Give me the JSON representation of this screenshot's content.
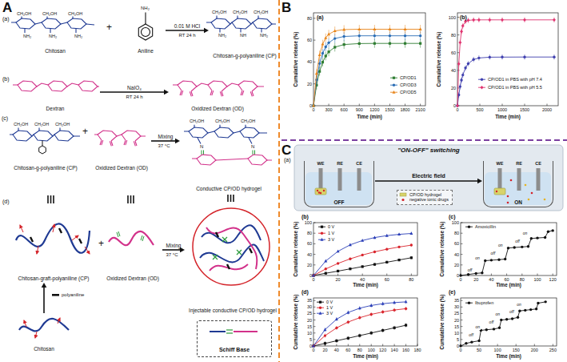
{
  "diagram": {
    "nodes": [
      {
        "text": [
          "Chitosan"
        ]
      },
      {
        "text": [
          "Aniline"
        ]
      },
      {
        "text": [
          "Chitosan-g-polyaniline (CP)"
        ]
      },
      {
        "text": [
          "Dextran"
        ]
      },
      {
        "text": [
          "Oxidized Dextran (OD)"
        ]
      },
      {
        "text": [
          "Chitosan-g-polyaniline (CP)"
        ]
      },
      {
        "text": [
          "Oxidized Dextran (OD)"
        ]
      },
      {
        "text": [
          "Conductive CP/OD hydrogel"
        ]
      },
      {
        "text": [
          "Chitosan-graft-polyaniline (CP)"
        ]
      },
      {
        "text": [
          "Oxidized Dextran (OD)"
        ]
      },
      {
        "text": [
          "Injectable conductive CP/OD hydrogel"
        ]
      },
      {
        "text": [
          "Chitosan"
        ]
      },
      {
        "text": [
          "Schiff Base"
        ]
      },
      {
        "text": [
          "\"ON-OFF\" switching"
        ]
      },
      {
        "text": [
          "WE",
          "RE",
          "CE",
          "OFF"
        ],
        "in": 13
      },
      {
        "text": [
          "WE",
          "RE",
          "CE",
          "ON"
        ],
        "in": 13
      },
      {
        "text": [
          "CP/OD hydrogel",
          "negative ionic drugs"
        ],
        "in": 13
      }
    ],
    "edges": [
      {
        "from": 1,
        "to": 2,
        "label": "0.01 M HCl",
        "arrow": "to"
      },
      {
        "from": 3,
        "to": 4,
        "label": "NaIO₄",
        "arrow": "to"
      },
      {
        "from": 6,
        "to": 7,
        "label": "Mixing",
        "arrow": "to"
      },
      {
        "from": 11,
        "to": 8,
        "arrow": "to"
      },
      {
        "from": 9,
        "to": 10,
        "label": "Mixing",
        "arrow": "to"
      },
      {
        "from": 14,
        "to": 15,
        "label": "Electric field",
        "arrow": "to"
      }
    ],
    "labels": [
      "A",
      "(a)",
      "+",
      "NH₂",
      "RT 24 h",
      "(b)",
      "RT 24 h",
      "(c)",
      "+",
      "37 °C",
      "(d)",
      "+",
      "37 °C",
      "polyaniline",
      "CH₂OH",
      "CH₂OH",
      "CH₂OH",
      "NH₂",
      "NH₂",
      "NH₂",
      "CH₂OH",
      "CH₂OH",
      "CH₂OH",
      "NH₂",
      "NH",
      "NH₂",
      "CH₂OH",
      "CH₂OH",
      "CH₂OH",
      "CH₂OH",
      "CH₂OH",
      "CH₂OH",
      "N",
      "N",
      "B",
      "(a)",
      "Cumulative release (%)",
      "Time (min)",
      "0",
      "20",
      "40",
      "60",
      "80",
      "0",
      "300",
      "600",
      "900",
      "1200",
      "1500",
      "1800",
      "2100",
      "(b)",
      "Cumulative release (%)",
      "Time (min)",
      "0",
      "20",
      "40",
      "60",
      "80",
      "100",
      "0",
      "500",
      "1000",
      "1500",
      "2000",
      "C",
      "(a)",
      "(b)",
      "Cumulative release (%)",
      "Time (min)",
      "0",
      "20",
      "40",
      "60",
      "80",
      "100",
      "0",
      "20",
      "40",
      "60",
      "80",
      "(c)",
      "Cumulative release (%)",
      "Time (min)",
      "0",
      "20",
      "40",
      "60",
      "80",
      "100",
      "0",
      "20",
      "40",
      "60",
      "80",
      "100",
      "120",
      "off",
      "on",
      "off",
      "on",
      "off",
      "on",
      "(d)",
      "Cumulative release (%)",
      "Time (min)",
      "0",
      "5",
      "10",
      "15",
      "20",
      "25",
      "30",
      "35",
      "0",
      "20",
      "40",
      "60",
      "80",
      "100",
      "120",
      "140",
      "160",
      "180",
      "(e)",
      "Cumulative release (%)",
      "Time (min)",
      "0",
      "5",
      "10",
      "15",
      "20",
      "25",
      "30",
      "35",
      "0",
      "50",
      "100",
      "150",
      "200",
      "250",
      "off",
      "on",
      "off",
      "on",
      "off",
      "on"
    ],
    "legend": [
      {
        "text": "CP/OD1"
      },
      {
        "text": "CP/OD3"
      },
      {
        "text": "CP/OD5"
      },
      {
        "text": "CP/OD1 in PBS with pH 7.4"
      },
      {
        "text": "CP/OD1 in PBS with pH 5.5"
      },
      {
        "text": "0 V"
      },
      {
        "text": "1 V"
      },
      {
        "text": "3 V"
      },
      {
        "text": "Amoxicillin"
      },
      {
        "text": "0 V"
      },
      {
        "text": "1 V"
      },
      {
        "text": "3 V"
      },
      {
        "text": "Ibuprofen"
      }
    ]
  }
}
